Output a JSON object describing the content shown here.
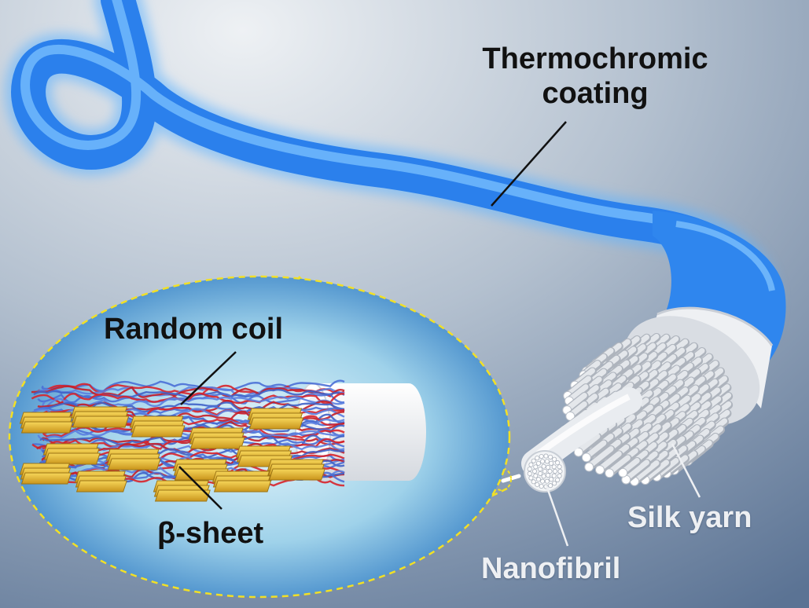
{
  "labels": {
    "thermochromic": "Thermochromic",
    "coating": "coating",
    "random_coil": "Random coil",
    "beta_sheet": "β-sheet",
    "silk_yarn": "Silk yarn",
    "nanofibril": "Nanofibril"
  },
  "colors": {
    "background_top": "#dde3ea",
    "background_bottom": "#5d7597",
    "coating_blue": "#2f86ee",
    "zoom_outline": "#f2e025",
    "beta_sheet_yellow": "#e8bb2e",
    "random_coil_red": "#d8232b",
    "random_coil_blue": "#4a6fd6",
    "silk_white": "#f4f5f7"
  }
}
